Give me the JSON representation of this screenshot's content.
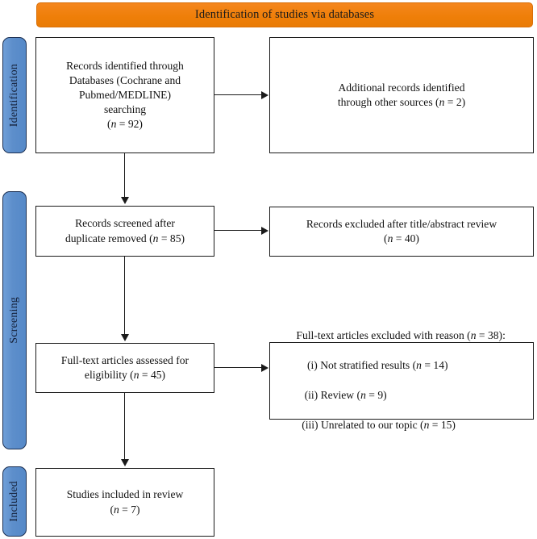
{
  "banner": {
    "title": "Identification of studies via databases",
    "color": "#ef7f09"
  },
  "stages": [
    {
      "label": "Identification",
      "color": "#5d8ecb"
    },
    {
      "label": "Screening",
      "color": "#5d8ecb"
    },
    {
      "label": "Included",
      "color": "#5d8ecb"
    }
  ],
  "boxes": {
    "records_identified": {
      "line1": "Records identified through",
      "line2": "Databases (Cochrane and",
      "line3": "Pubmed/MEDLINE)",
      "line4": "searching",
      "count_prefix": "(",
      "count_n": "n",
      "count_value": " = 92)"
    },
    "additional_records": {
      "line1": "Additional records identified",
      "line2_pre": "through other sources (",
      "line2_n": "n",
      "line2_post": " = 2)"
    },
    "records_screened": {
      "line1": "Records screened after",
      "line2_pre": "duplicate removed (",
      "line2_n": "n",
      "line2_post": " = 85)"
    },
    "records_excluded": {
      "line1": "Records excluded after title/abstract review",
      "line2_pre": "(",
      "line2_n": "n",
      "line2_post": " = 40)"
    },
    "fulltext_assessed": {
      "line1": "Full-text articles assessed for",
      "line2_pre": "eligibility (",
      "line2_n": "n",
      "line2_post": " = 45)"
    },
    "fulltext_excluded": {
      "header_pre": "Full-text articles excluded with reason (",
      "header_n": "n",
      "header_post": " = 38):",
      "reasons": [
        {
          "marker": "(i)",
          "text_pre": " Not stratified results (",
          "n": "n",
          "text_post": " = 14)"
        },
        {
          "marker": "(ii)",
          "text_pre": " Review (",
          "n": "n",
          "text_post": " = 9)"
        },
        {
          "marker": "(iii)",
          "text_pre": " Unrelated to our topic (",
          "n": "n",
          "text_post": " = 15)"
        }
      ]
    },
    "studies_included": {
      "line1": "Studies included in review",
      "line2_pre": "(",
      "line2_n": "n",
      "line2_post": " = 7)"
    }
  }
}
